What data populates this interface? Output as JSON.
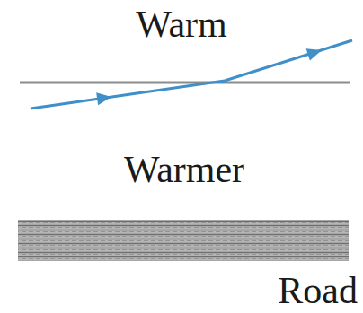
{
  "diagram": {
    "labels": [
      "Warm",
      "Warmer",
      "Road"
    ]
  }
}
